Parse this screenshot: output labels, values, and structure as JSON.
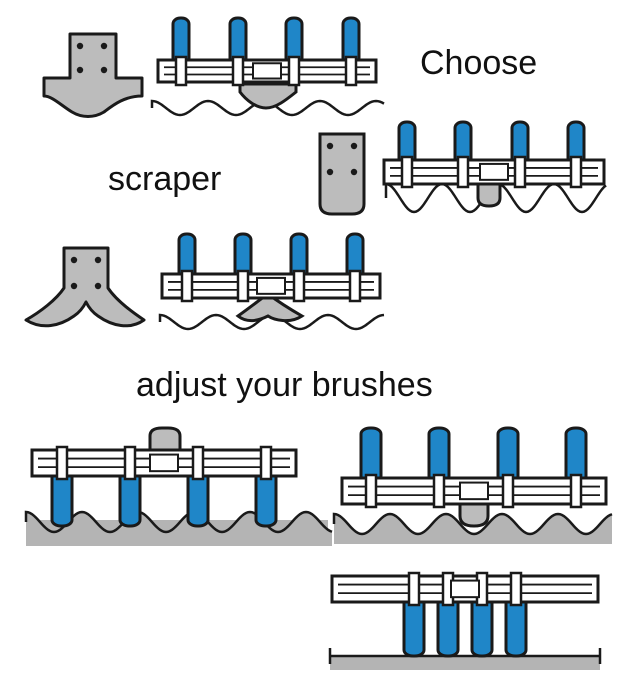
{
  "labels": {
    "choose": "Choose",
    "scraper": "scraper",
    "adjust": "adjust your brushes"
  },
  "colors": {
    "brush_blue": "#1f86c8",
    "scraper_gray": "#bcbcbc",
    "surface_gray": "#b4b4b4",
    "outline": "#1a1a1a",
    "bar_fill": "#ffffff"
  }
}
